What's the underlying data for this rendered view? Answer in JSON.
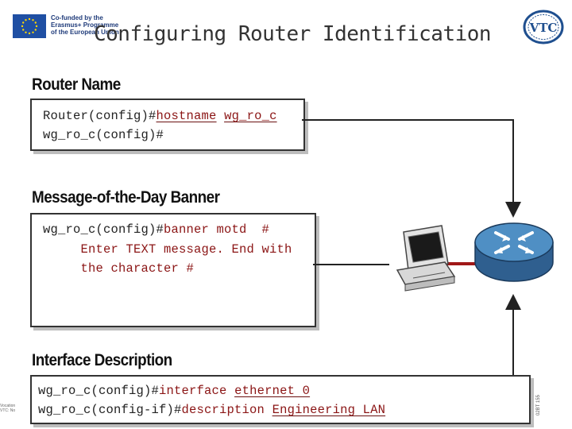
{
  "header": {
    "eu_text": [
      "Co-funded by the",
      "Erasmus+ Programme",
      "of the European Union"
    ],
    "title": "Configuring Router Identification",
    "logo_text": "VTC"
  },
  "sections": {
    "router_name": {
      "heading": "Router Name",
      "line1_prompt": "Router(config)#",
      "line1_cmd": "hostname",
      "line1_sp": " ",
      "line1_arg": "wg_ro_c",
      "line2": "wg_ro_c(config)#"
    },
    "motd": {
      "heading": "Message-of-the-Day Banner",
      "line1_prompt": "wg_ro_c(config)#",
      "line1_cmd": "banner motd  #",
      "line2": "     Enter TEXT message. End with",
      "line3": "     the character #"
    },
    "interface": {
      "heading": "Interface Description",
      "line1_prompt": "wg_ro_c(config)#",
      "line1_cmd": "interface",
      "line1_sp": " ",
      "line1_arg": "ethernet 0",
      "line2_prompt": "wg_ro_c(config-if)#",
      "line2_cmd": "description",
      "line2_sp": " ",
      "line2_arg": "Engineering LAN"
    }
  },
  "side_mark": "02BT 155",
  "footer_text": [
    "Vocation",
    "VTC: No"
  ],
  "colors": {
    "router_blue": "#1f77b4",
    "link_red": "#a01818",
    "command_red": "#8b1515"
  },
  "icons": [
    "eu-flag-icon",
    "vtc-logo-icon",
    "pc-icon",
    "router-icon",
    "arrow-icon"
  ]
}
